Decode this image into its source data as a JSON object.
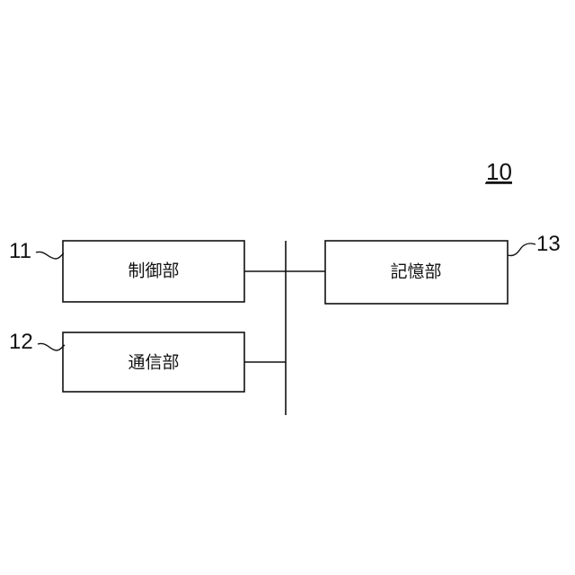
{
  "system": {
    "ref": "10"
  },
  "blocks": {
    "control": {
      "label": "制御部",
      "ref": "11"
    },
    "communication": {
      "label": "通信部",
      "ref": "12"
    },
    "storage": {
      "label": "記憶部",
      "ref": "13"
    }
  }
}
